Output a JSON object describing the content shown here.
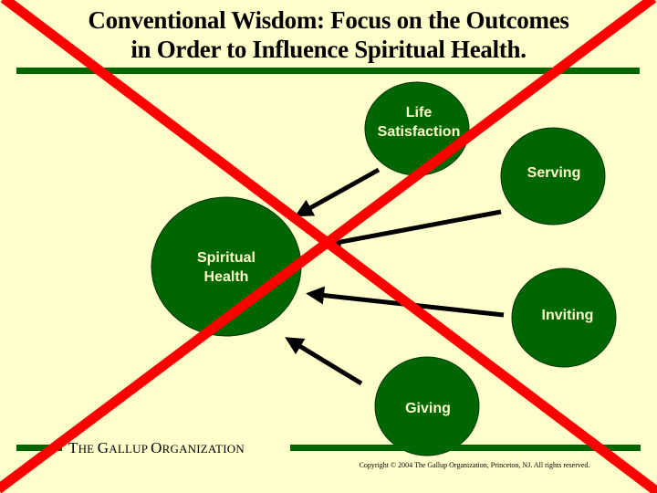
{
  "slide": {
    "title_line1": "Conventional Wisdom: Focus on the Outcomes",
    "title_line2": "in Order to Influence Spiritual Health.",
    "colors": {
      "background": "#ffffcc",
      "node_fill": "#006600",
      "node_text": "#ffffcc",
      "rule": "#006600",
      "cross": "#ff0000",
      "arrow": "#000000"
    }
  },
  "diagram": {
    "center_node": {
      "label_line1": "Spiritual",
      "label_line2": "Health"
    },
    "outcome_nodes": [
      {
        "id": "life-satisfaction",
        "label_line1": "Life",
        "label_line2": "Satisfaction"
      },
      {
        "id": "serving",
        "label_line1": "Serving"
      },
      {
        "id": "inviting",
        "label_line1": "Inviting"
      },
      {
        "id": "giving",
        "label_line1": "Giving"
      }
    ],
    "arrows_direction": "outcomes point to Spiritual Health",
    "crossed_out": true
  },
  "footer": {
    "org_T": "T",
    "org_HE": "HE ",
    "org_G": "G",
    "org_ALLUP": "ALLUP ",
    "org_O": "O",
    "org_RGANIZATION": "RGANIZATION",
    "copyright": "Copyright © 2004 The Gallup Organization, Princeton, NJ. All rights reserved."
  }
}
